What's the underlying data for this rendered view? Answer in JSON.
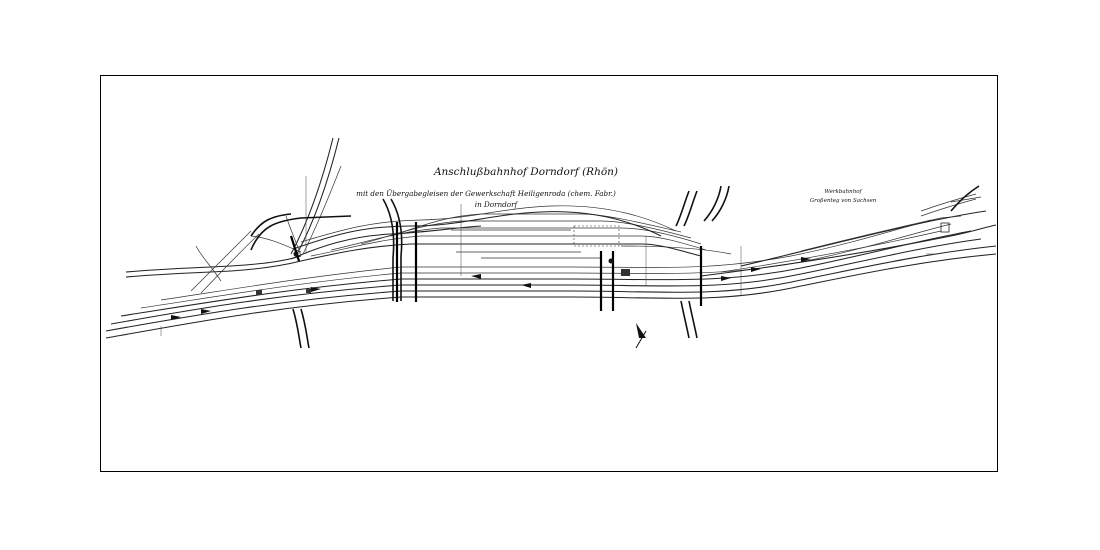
{
  "title": {
    "main": "Anschlußbahnhof Dorndorf (Rhön)",
    "line2": "mit den Übergabegleisen der Gewerkschaft Heiligenroda (chem. Fabr.)",
    "line3": "in Dorndorf"
  },
  "side_note": {
    "line1": "Werkbahnhof",
    "line2": "Großenteg von Sachsen"
  },
  "colors": {
    "background": "#ffffff",
    "frame": "#000000",
    "ink": "#1a1a1a"
  }
}
